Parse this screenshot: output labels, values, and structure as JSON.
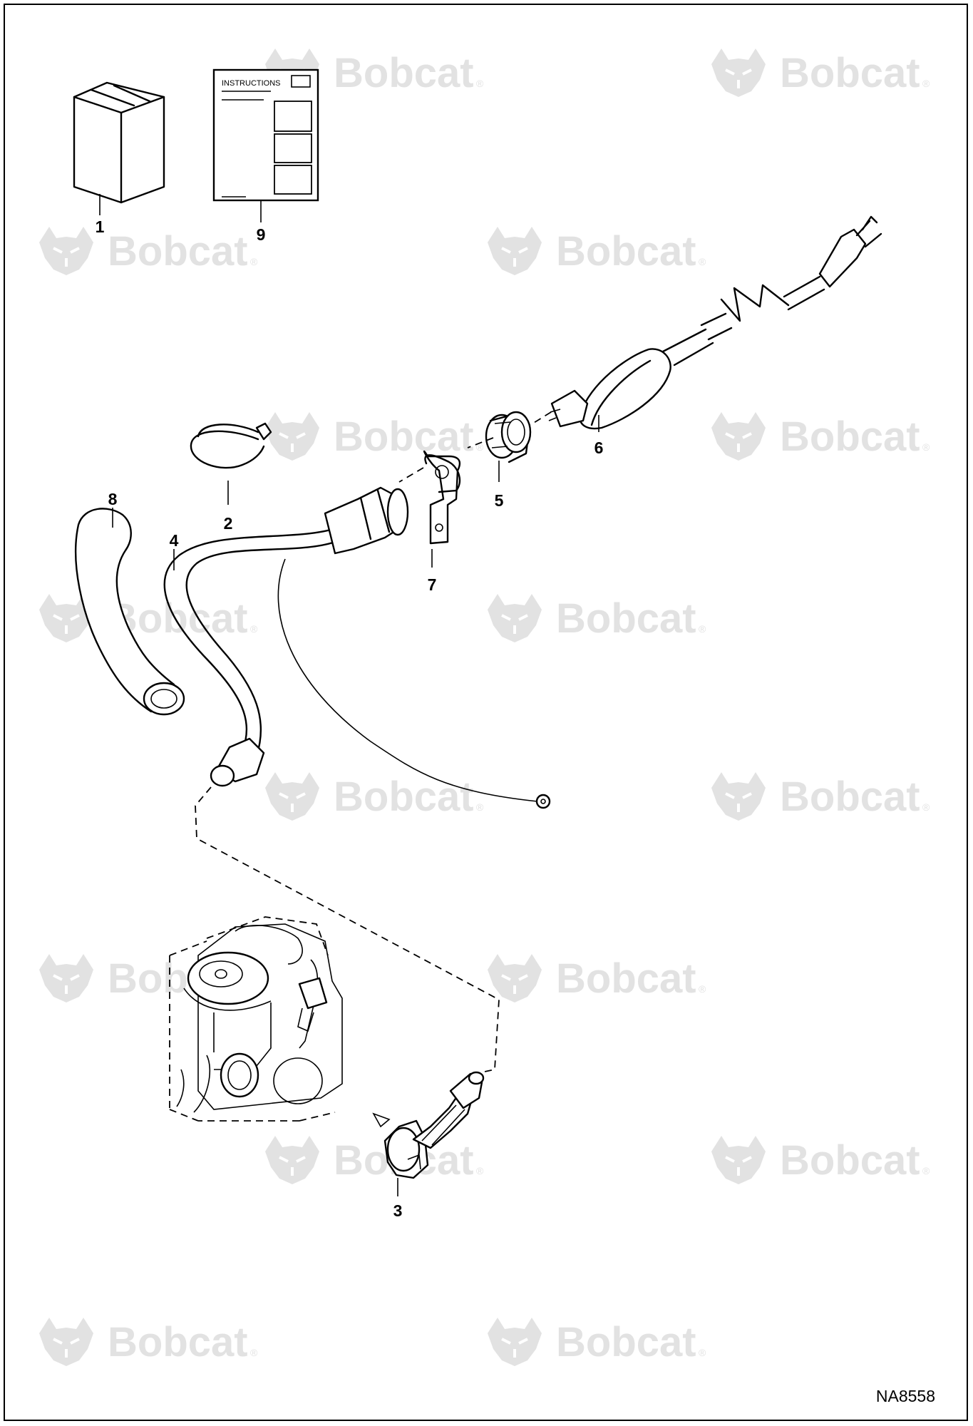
{
  "figure_id": "NA8558",
  "watermark": {
    "text": "Bobcat",
    "mark": "®",
    "icon": "bobcat-head-logo"
  },
  "instructions_sheet": {
    "title": "INSTRUCTIONS"
  },
  "callouts": [
    {
      "id": "1",
      "part": "kit-box"
    },
    {
      "id": "9",
      "part": "instruction-sheet"
    },
    {
      "id": "2",
      "part": "cable-tie"
    },
    {
      "id": "5",
      "part": "grommet"
    },
    {
      "id": "6",
      "part": "power-cord"
    },
    {
      "id": "7",
      "part": "mounting-bracket"
    },
    {
      "id": "8",
      "part": "hose-sleeve"
    },
    {
      "id": "4",
      "part": "heater-harness"
    },
    {
      "id": "3",
      "part": "block-heater"
    }
  ]
}
